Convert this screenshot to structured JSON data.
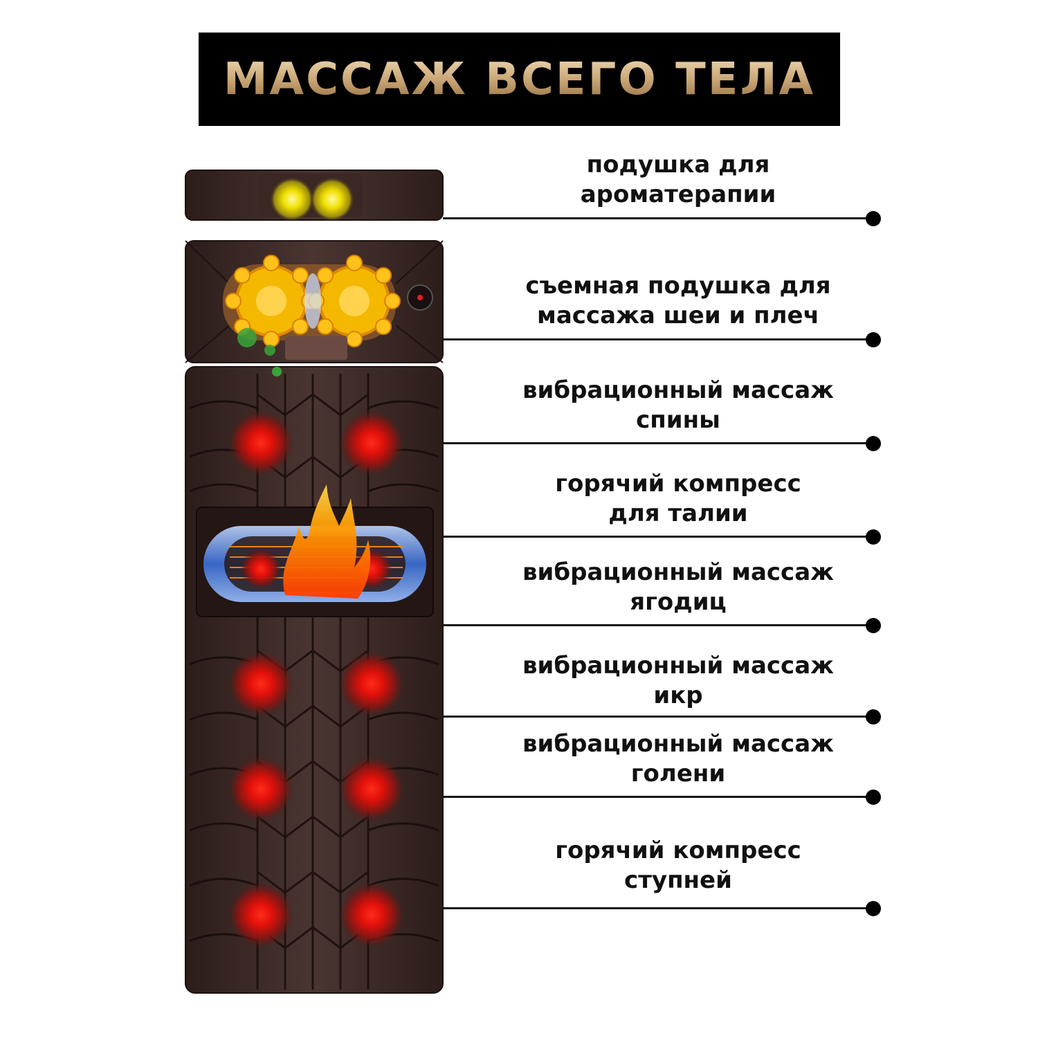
{
  "title": "МАССАЖ ВСЕГО ТЕЛА",
  "colors": {
    "banner_bg": "#000000",
    "title_gold": "#c9a97a",
    "mat_brown": "#3d2a26",
    "heat_red": "#ff1a1a",
    "roller_yellow": "#f5b800",
    "leader_line": "#111111"
  },
  "features": [
    {
      "lines": [
        "подушка для",
        "ароматерапии"
      ]
    },
    {
      "lines": [
        "съемная подушка для",
        "массажа шеи и плеч"
      ]
    },
    {
      "lines": [
        "вибрационный массаж",
        "спины"
      ]
    },
    {
      "lines": [
        "горячий компресс",
        "для талии"
      ]
    },
    {
      "lines": [
        "вибрационный массаж",
        "ягодиц"
      ]
    },
    {
      "lines": [
        "вибрационный массаж",
        "икр"
      ]
    },
    {
      "lines": [
        "вибрационный массаж",
        "голени"
      ]
    },
    {
      "lines": [
        "горячий компресс",
        "ступней"
      ]
    }
  ],
  "icons": [
    "fire-icon",
    "heat-spot-icon",
    "roller-icon",
    "control-button-icon"
  ]
}
